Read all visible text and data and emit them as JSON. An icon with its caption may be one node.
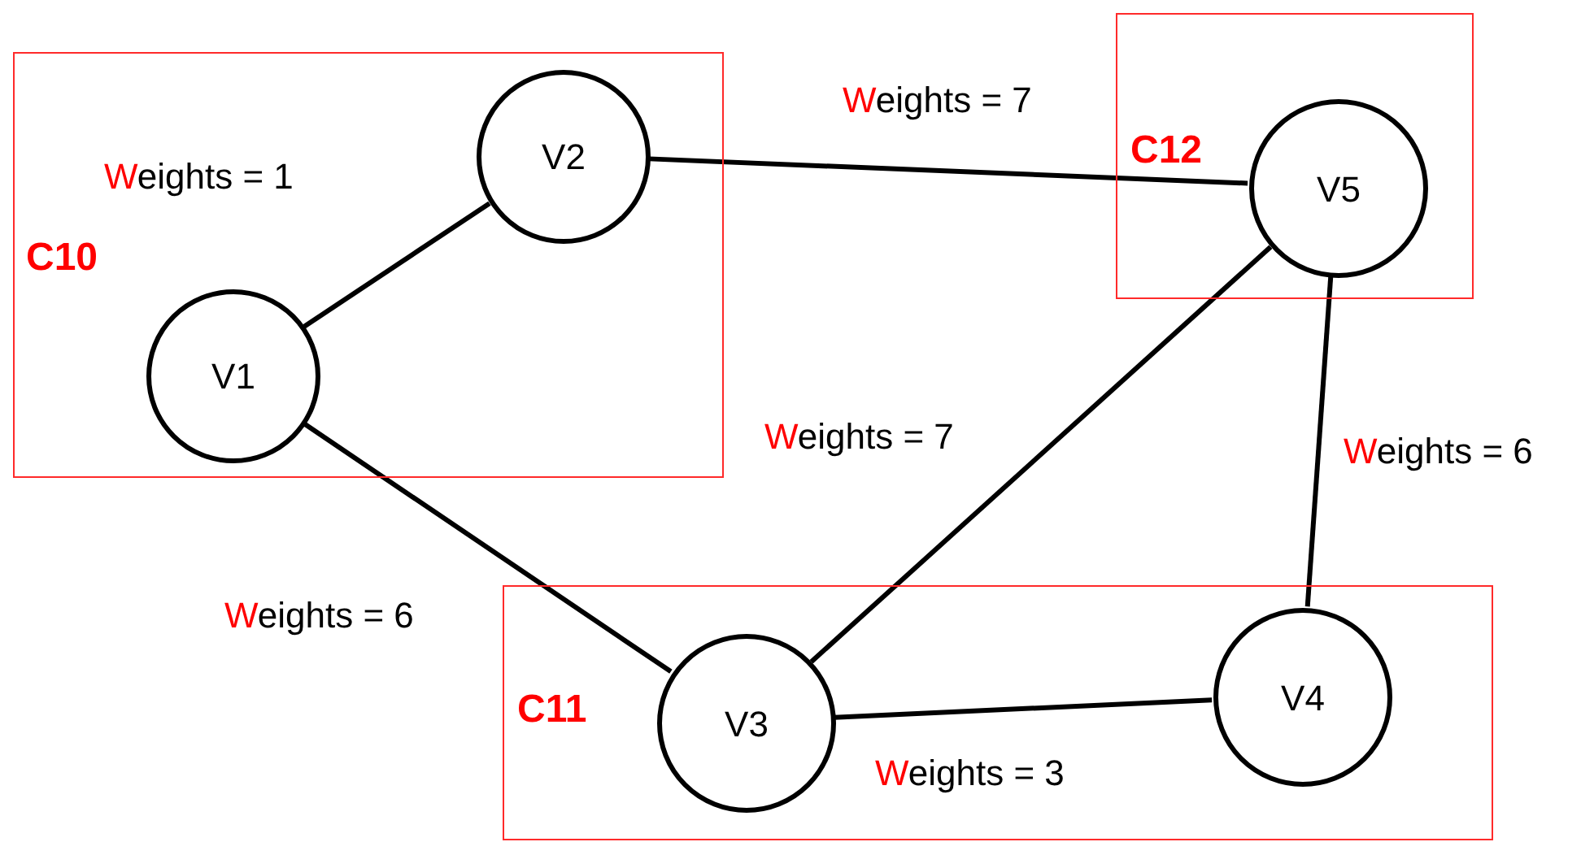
{
  "diagram": {
    "nodes": [
      {
        "text": [
          "C10"
        ]
      },
      {
        "text": [
          "V2"
        ],
        "in": 0
      },
      {
        "text": [
          "V1"
        ],
        "in": 0
      },
      {
        "text": [
          "C12"
        ]
      },
      {
        "text": [
          "V5"
        ],
        "in": 3
      },
      {
        "text": [
          "C11"
        ]
      },
      {
        "text": [
          "V3"
        ],
        "in": 5
      },
      {
        "text": [
          "V4"
        ],
        "in": 5
      }
    ],
    "edges": [
      {
        "from": 2,
        "to": 1,
        "arrow": "none",
        "label": "Weights = 1"
      },
      {
        "from": 1,
        "to": 4,
        "arrow": "none",
        "label": "Weights = 7"
      },
      {
        "from": 2,
        "to": 6,
        "arrow": "none",
        "label": "Weights = 6"
      },
      {
        "from": 6,
        "to": 4,
        "arrow": "none",
        "label": "Weights = 7"
      },
      {
        "from": 4,
        "to": 7,
        "arrow": "none",
        "label": "Weights = 6"
      },
      {
        "from": 6,
        "to": 7,
        "arrow": "none",
        "label": "Weights = 3"
      }
    ]
  }
}
